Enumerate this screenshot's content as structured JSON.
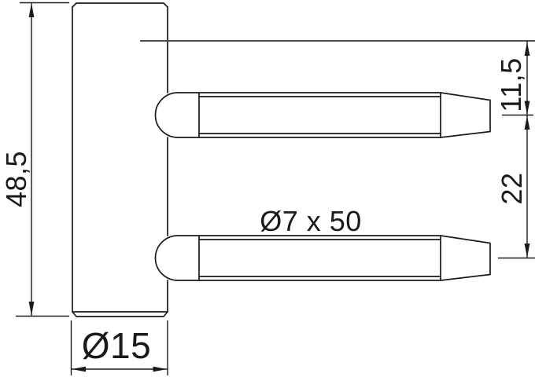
{
  "drawing": {
    "type": "technical-drawing",
    "subject": "drill-in hinge frame part, side view",
    "dimensions": {
      "body_height": "48,5",
      "body_diameter": "Ø15",
      "pin_spec": "Ø7 x 50",
      "pin_offset_from_reference": "11,5",
      "pin_center_spacing": "22"
    },
    "colors": {
      "line": "#1a1a1a",
      "reference_line": "#4d4d4d",
      "background": "#ffffff"
    }
  }
}
